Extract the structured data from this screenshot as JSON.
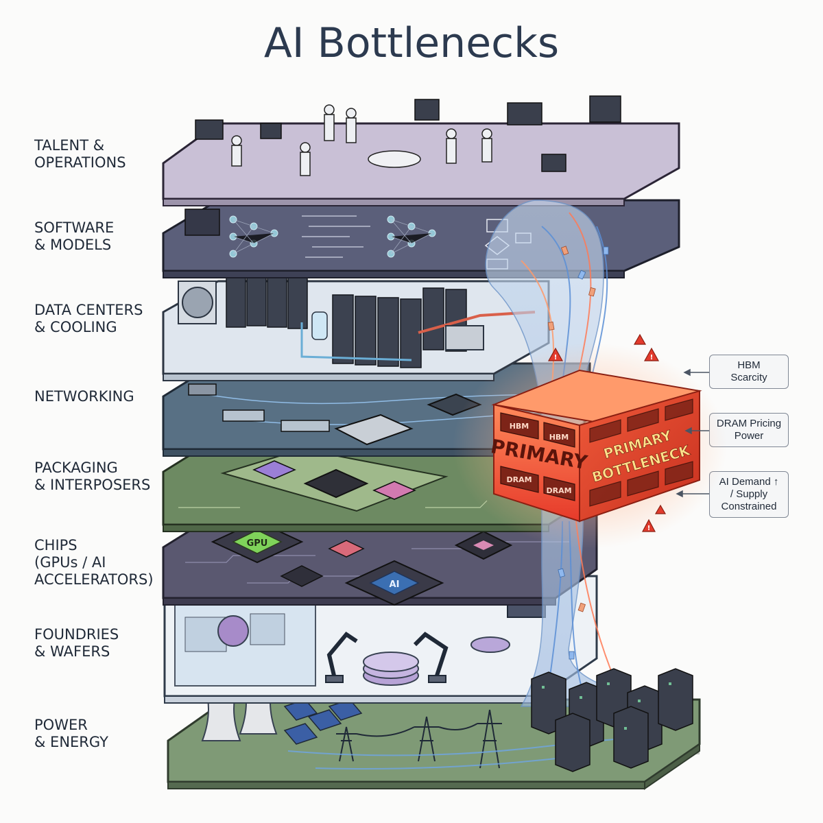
{
  "title": "AI Bottlenecks",
  "layers": [
    {
      "label": "TALENT &\nOPERATIONS"
    },
    {
      "label": "SOFTWARE\n& MODELS"
    },
    {
      "label": "DATA CENTERS\n& COOLING"
    },
    {
      "label": "NETWORKING"
    },
    {
      "label": "PACKAGING\n& INTERPOSERS"
    },
    {
      "label": "CHIPS\n(GPUs / AI\nACCELERATORS)"
    },
    {
      "label": "FOUNDRIES\n& WAFERS"
    },
    {
      "label": "POWER\n& ENERGY"
    }
  ],
  "bottleneck": {
    "front_text": "PRIMARY",
    "side_text_1": "PRIMARY",
    "side_text_2": "BOTTLENECK",
    "cells": [
      "HBM",
      "HBM",
      "DRAM",
      "DRAM"
    ]
  },
  "chip_labels": {
    "gpu": "GPU",
    "ai": "AI"
  },
  "callouts": [
    {
      "text": "HBM\nScarcity"
    },
    {
      "text": "DRAM Pricing\nPower"
    },
    {
      "text": "AI Demand ↑\n/ Supply\nConstrained"
    }
  ],
  "colors": {
    "talent": "#c9c0d6",
    "software": "#5b5f7a",
    "datacenter": "#dfe6ee",
    "networking": "#587084",
    "packaging": "#6d8a62",
    "chips": "#5a5870",
    "foundries": "#eef2f6",
    "power": "#7f9a76",
    "bottleneck": "#f05a3c",
    "flow": "#6fa6e6"
  }
}
